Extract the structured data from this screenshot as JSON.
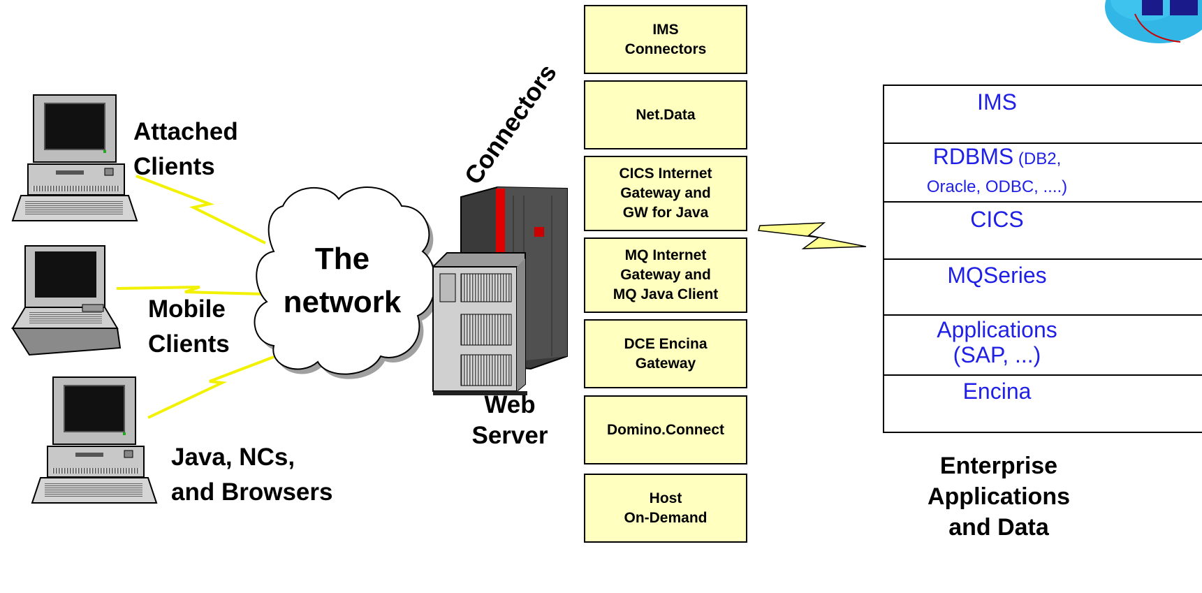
{
  "clients": [
    {
      "id": "attached",
      "label": "Attached\nClients"
    },
    {
      "id": "mobile",
      "label": "Mobile\nClients"
    },
    {
      "id": "browsers",
      "label": "Java, NCs,\nand Browsers"
    }
  ],
  "network": {
    "label": "The\nnetwork"
  },
  "web_server": {
    "label": "Web\nServer"
  },
  "connectors_title": "Connectors",
  "connectors": [
    "IMS\nConnectors",
    "Net.Data",
    "CICS Internet\nGateway and\nGW for Java",
    "MQ Internet\nGateway and\nMQ Java Client",
    "DCE Encina\nGateway",
    "Domino.Connect",
    "Host\nOn-Demand"
  ],
  "enterprise": {
    "rows": [
      {
        "main": "IMS",
        "detail": ""
      },
      {
        "main": "RDBMS",
        "detail": " (DB2,\nOracle, ODBC, ....)"
      },
      {
        "main": "CICS",
        "detail": ""
      },
      {
        "main": "MQSeries",
        "detail": ""
      },
      {
        "main": "Applications\n(SAP, ...)",
        "detail": ""
      },
      {
        "main": "Encina",
        "detail": ""
      }
    ],
    "caption": "Enterprise\nApplications\nand Data",
    "text_color": "#1f1fe6"
  },
  "colors": {
    "connector_fill": "#ffffc0",
    "lightning": "#ffff00",
    "server_accent": "#e00000"
  },
  "icons": {
    "desktop": "desktop-computer-icon",
    "laptop": "laptop-computer-icon",
    "cloud": "network-cloud-icon",
    "server": "server-tower-icon",
    "logo": "globe-logo-icon"
  }
}
